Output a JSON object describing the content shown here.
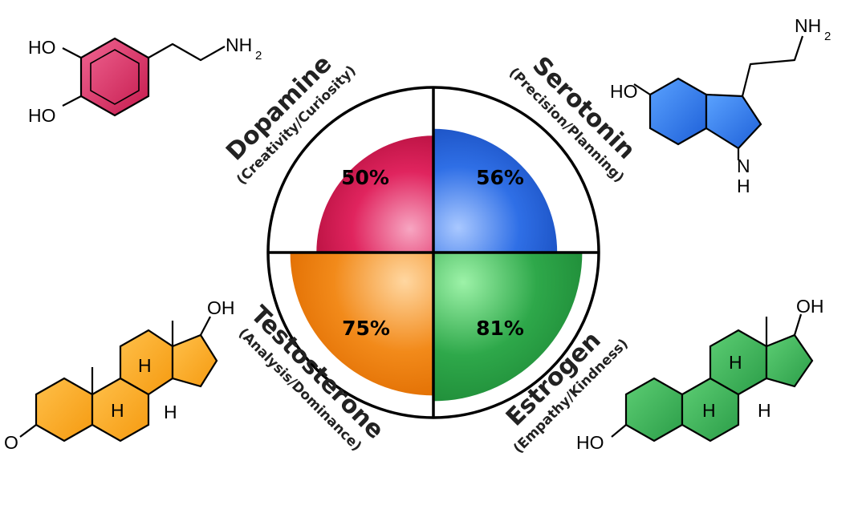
{
  "chart_data": {
    "type": "polar-area",
    "max_value": 100,
    "segments": [
      {
        "name": "Dopamine",
        "subtitle": "(Creativity/Curiosity)",
        "value": 50,
        "label": "50%",
        "quadrant": "top-left",
        "color": "#e0245e"
      },
      {
        "name": "Serotonin",
        "subtitle": "(Precision/Planning)",
        "value": 56,
        "label": "56%",
        "quadrant": "top-right",
        "color": "#2f6fe6"
      },
      {
        "name": "Testosterone",
        "subtitle": "(Analysis/Dominance)",
        "value": 75,
        "label": "75%",
        "quadrant": "bottom-left",
        "color": "#f28a1a"
      },
      {
        "name": "Estrogen",
        "subtitle": "(Empathy/Kindness)",
        "value": 81,
        "label": "81%",
        "quadrant": "bottom-right",
        "color": "#2ea84a"
      }
    ]
  },
  "molecules": {
    "dopamine": {
      "ho_top": "HO",
      "ho_bottom": "HO",
      "nh": "NH",
      "nh_sub": "2",
      "ring_color": "#e0245e"
    },
    "serotonin": {
      "ho": "HO",
      "nh_top": "NH",
      "nh_top_sub": "2",
      "n": "N",
      "h": "H",
      "ring_color": "#2f6fe6"
    },
    "testosterone": {
      "oh": "OH",
      "o": "O",
      "h1": "H",
      "h2": "H",
      "h3": "H",
      "ring_color": "#f7a31c"
    },
    "estrogen": {
      "oh": "OH",
      "ho": "HO",
      "h1": "H",
      "h2": "H",
      "h3": "H",
      "ring_color": "#3cb05a"
    }
  }
}
